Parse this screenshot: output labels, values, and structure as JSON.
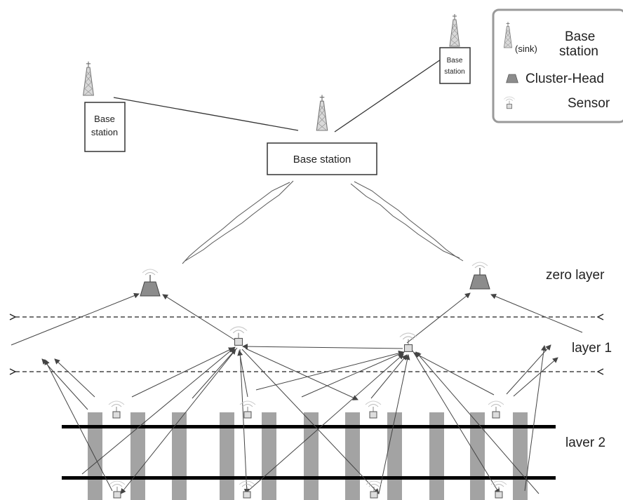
{
  "legend": {
    "sink_prefix": "(sink)",
    "base_station_line1": "Base",
    "base_station_line2": "station",
    "cluster_head": "Cluster-Head",
    "sensor": "Sensor"
  },
  "base_stations": {
    "central": "Base station",
    "left_line1": "Base",
    "left_line2": "station",
    "right_line1": "Base",
    "right_line2": "station"
  },
  "layers": {
    "zero": "zero layer",
    "one": "layer 1",
    "two": "laver 2"
  },
  "icons": {
    "tower": "antenna-tower-icon",
    "cluster_head": "cluster-head-icon",
    "sensor": "sensor-node-icon"
  },
  "colors": {
    "ties": "#a3a3a3",
    "rails": "#000000",
    "cluster_head_fill": "#8c8c8c",
    "legend_border": "#9a9a9a"
  }
}
